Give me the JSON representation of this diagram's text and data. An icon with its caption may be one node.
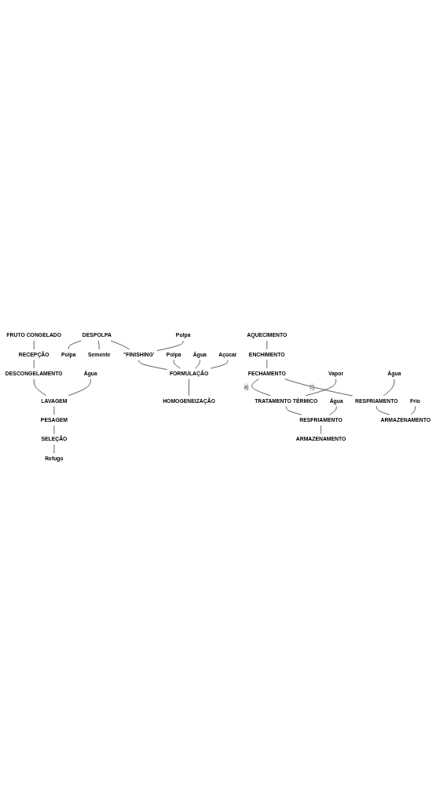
{
  "diagram": {
    "nodes": [
      {
        "text": [
          "FRUTO CONGELADO"
        ]
      },
      {
        "text": [
          "RECEPÇÃO"
        ]
      },
      {
        "text": [
          "DESCONGELAMENTO"
        ]
      },
      {
        "text": [
          "Água"
        ]
      },
      {
        "text": [
          "LAVAGEM"
        ]
      },
      {
        "text": [
          "PESAGEM"
        ]
      },
      {
        "text": [
          "SELEÇÃO"
        ]
      },
      {
        "text": [
          "Refugo"
        ]
      },
      {
        "text": [
          "DESPOLPA"
        ]
      },
      {
        "text": [
          "Polpa"
        ]
      },
      {
        "text": [
          "Semente"
        ]
      },
      {
        "text": [
          "Polpa"
        ]
      },
      {
        "text": [
          "\"FINISHING'"
        ]
      },
      {
        "text": [
          "Polpa"
        ]
      },
      {
        "text": [
          "Água"
        ]
      },
      {
        "text": [
          "Açúcar"
        ]
      },
      {
        "text": [
          "FORMULAÇÃO"
        ]
      },
      {
        "text": [
          "HOMOGENEIZAÇÃO"
        ]
      },
      {
        "text": [
          "AQUECIMENTO"
        ]
      },
      {
        "text": [
          "ENCHIMENTO"
        ]
      },
      {
        "text": [
          "FECHAMENTO"
        ]
      },
      {
        "text": [
          "Vapor"
        ]
      },
      {
        "text": [
          "TRATAMENTO TÉRMICO"
        ]
      },
      {
        "text": [
          "Água"
        ]
      },
      {
        "text": [
          "RESFRIAMENTO"
        ]
      },
      {
        "text": [
          "ARMAZENAMENTO"
        ]
      },
      {
        "text": [
          "Água"
        ]
      },
      {
        "text": [
          "RESFRIAMENTO"
        ]
      },
      {
        "text": [
          "Frio"
        ]
      },
      {
        "text": [
          "ARMAZENAMENTO"
        ]
      }
    ],
    "edges": [
      {
        "from": 0,
        "to": 1,
        "arrow": "none"
      },
      {
        "from": 1,
        "to": 2,
        "arrow": "none"
      },
      {
        "from": 2,
        "to": 4,
        "arrow": "none"
      },
      {
        "from": 3,
        "to": 4,
        "arrow": "none"
      },
      {
        "from": 4,
        "to": 5,
        "arrow": "none"
      },
      {
        "from": 5,
        "to": 6,
        "arrow": "none"
      },
      {
        "from": 6,
        "to": 7,
        "arrow": "none"
      },
      {
        "from": 8,
        "to": 9,
        "arrow": "none"
      },
      {
        "from": 8,
        "to": 10,
        "arrow": "none"
      },
      {
        "from": 11,
        "to": 12,
        "arrow": "none"
      },
      {
        "from": 8,
        "to": 12,
        "arrow": "none"
      },
      {
        "from": 12,
        "to": 16,
        "arrow": "none"
      },
      {
        "from": 13,
        "to": 16,
        "arrow": "none"
      },
      {
        "from": 14,
        "to": 16,
        "arrow": "none"
      },
      {
        "from": 15,
        "to": 16,
        "arrow": "none"
      },
      {
        "from": 16,
        "to": 17,
        "arrow": "none"
      },
      {
        "from": 18,
        "to": 19,
        "arrow": "none"
      },
      {
        "from": 19,
        "to": 20,
        "arrow": "none"
      },
      {
        "from": 20,
        "to": 22,
        "arrow": "none",
        "label": "a)"
      },
      {
        "from": 21,
        "to": 22,
        "arrow": "none"
      },
      {
        "from": 22,
        "to": 24,
        "arrow": "none"
      },
      {
        "from": 23,
        "to": 24,
        "arrow": "none"
      },
      {
        "from": 24,
        "to": 25,
        "arrow": "none"
      },
      {
        "from": 20,
        "to": 27,
        "arrow": "none",
        "label": "b)"
      },
      {
        "from": 26,
        "to": 27,
        "arrow": "none"
      },
      {
        "from": 27,
        "to": 29,
        "arrow": "none"
      },
      {
        "from": 28,
        "to": 29,
        "arrow": "none"
      }
    ]
  }
}
